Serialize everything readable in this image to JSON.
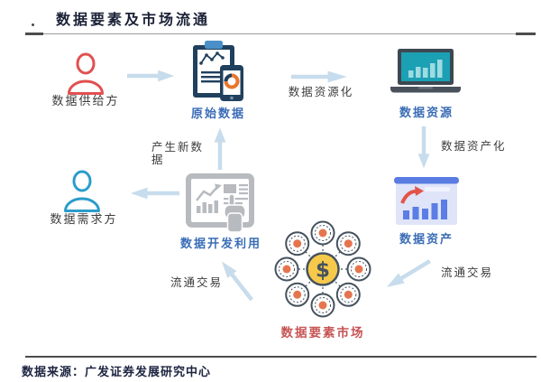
{
  "header": {
    "title": "数据要素及市场流通"
  },
  "footer": {
    "source": "数据来源：广发证券发展研究中心"
  },
  "diagram": {
    "nodes": {
      "supplier": {
        "label": "数据供给方",
        "icon": "person-red"
      },
      "raw_data": {
        "label": "原始数据",
        "icon": "clipboard-chart"
      },
      "resource": {
        "label": "数据资源",
        "icon": "laptop-bar-chart"
      },
      "asset": {
        "label": "数据资产",
        "icon": "board-growth-chart"
      },
      "market": {
        "label": "数据要素市场",
        "icon": "dollar-hub-network"
      },
      "develop": {
        "label": "数据开发利用",
        "icon": "screen-pointing-hand"
      },
      "demander": {
        "label": "数据需求方",
        "icon": "person-blue"
      }
    },
    "edges": {
      "resourcify": {
        "label": "数据资源化"
      },
      "assetify": {
        "label": "数据资产化"
      },
      "trade_in": {
        "label": "流通交易"
      },
      "trade_out": {
        "label": "流通交易"
      },
      "new_data": {
        "label": "产生新数据"
      }
    },
    "colors": {
      "node_label_blue": "#3a6db6",
      "market_label_red": "#c75454",
      "edge_label_gray": "#3c3c3c",
      "arrow_fill": "#c7dcec",
      "supplier_icon_red": "#e05050",
      "demander_icon_blue": "#2b9ccb",
      "coin_yellow": "#f6c94a",
      "satellite_orange": "#e5754e",
      "laptop_teal": "#1ba0b4",
      "asset_blue": "#5b7de5",
      "dark_navy": "#20405e"
    }
  }
}
